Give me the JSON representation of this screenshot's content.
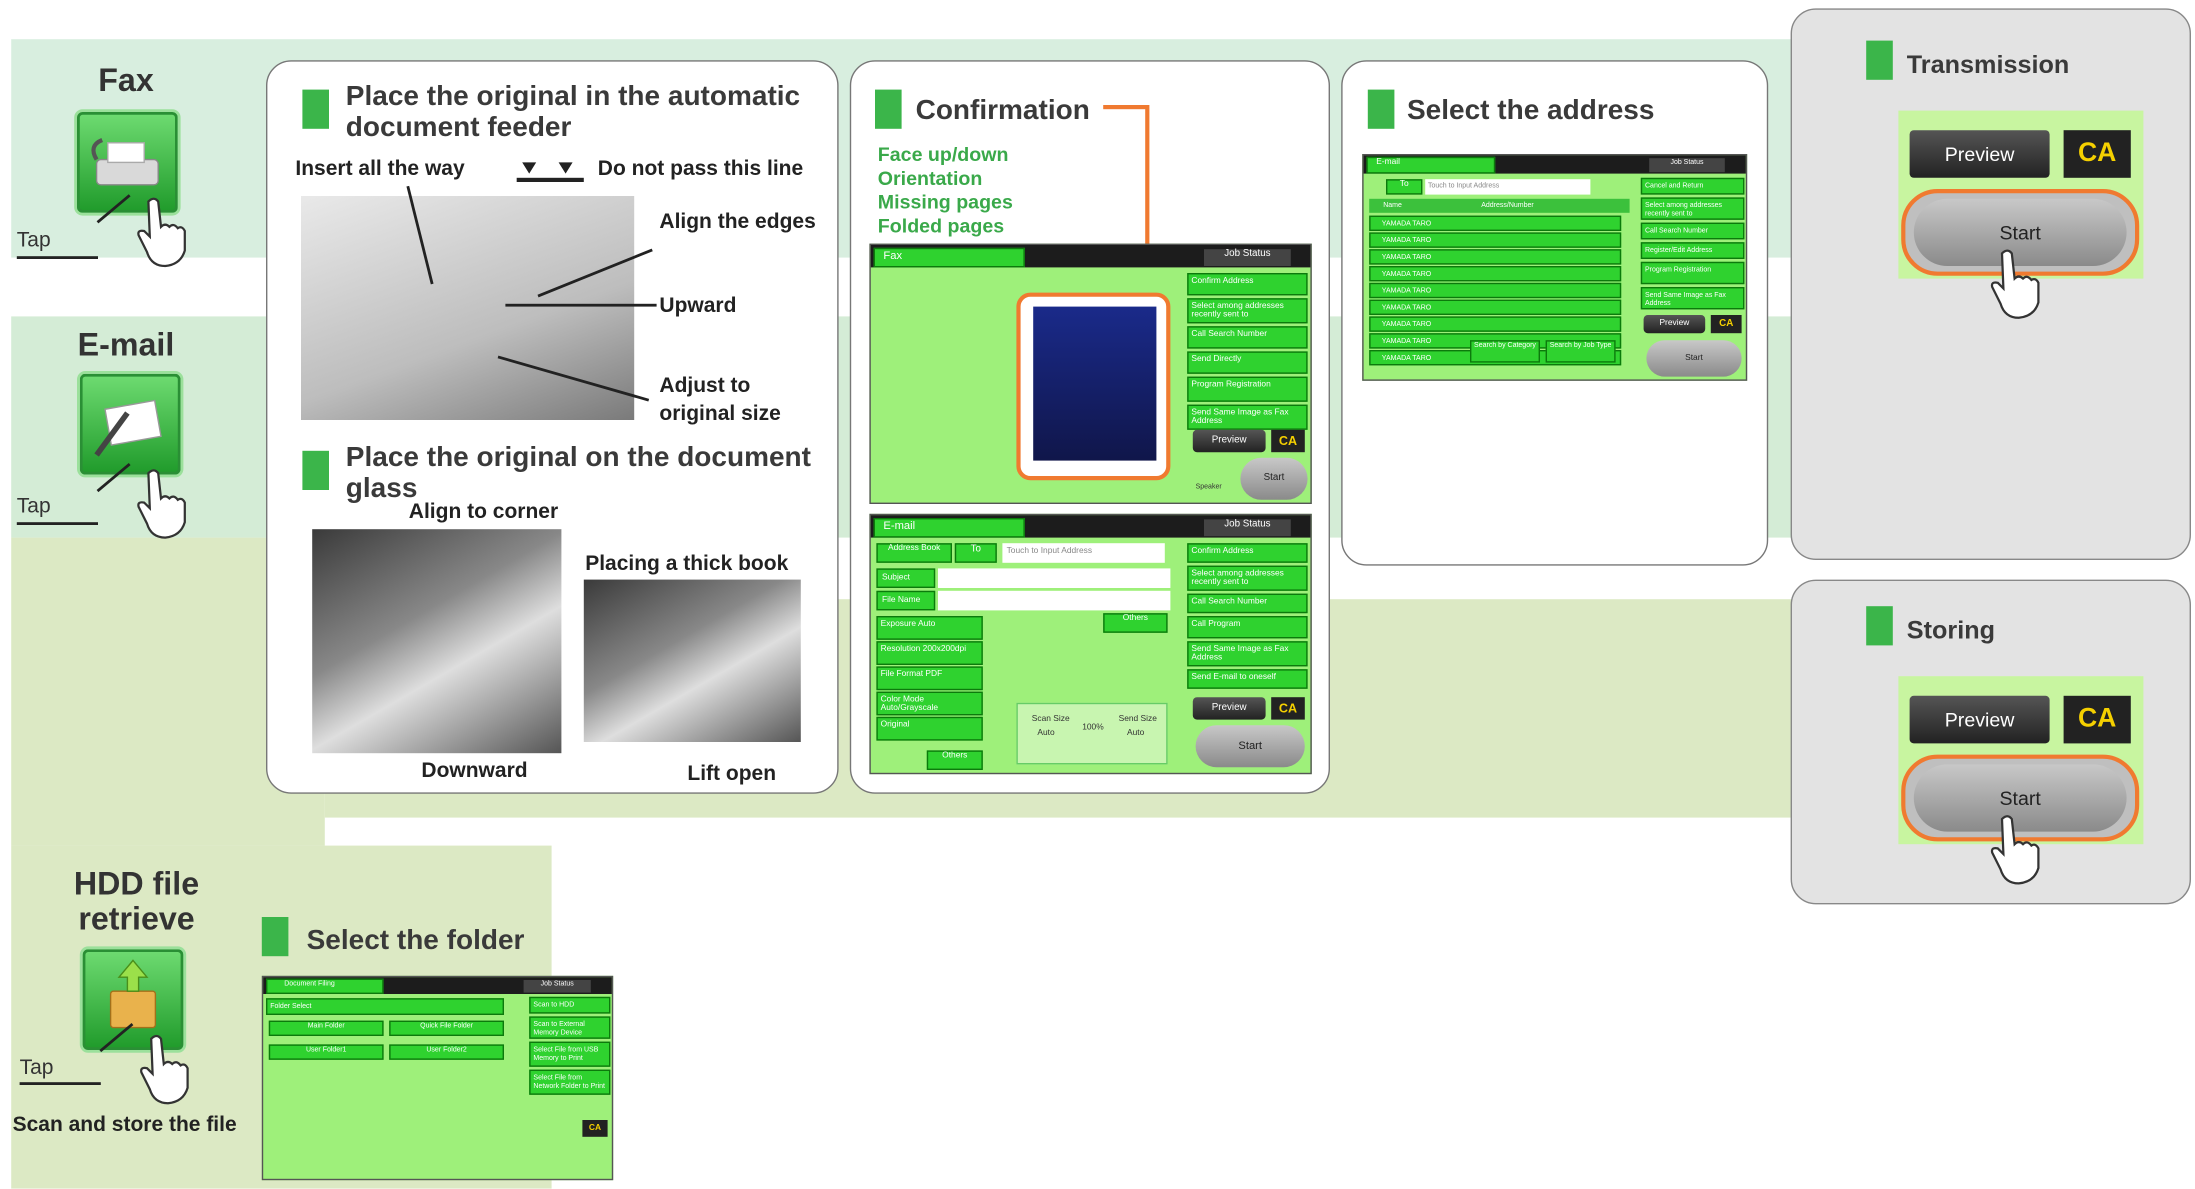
{
  "left": {
    "fax": {
      "label": "Fax",
      "tap": "Tap"
    },
    "email": {
      "label": "E-mail",
      "tap": "Tap"
    },
    "hdd": {
      "label_line1": "HDD file",
      "label_line2": "retrieve",
      "tap": "Tap",
      "caption": "Scan and store the file"
    }
  },
  "panel_place": {
    "title1_line1": "Place the original in the automatic",
    "title1_line2": "document feeder",
    "insert": "Insert all the way",
    "dont_pass": "Do not pass this line",
    "align_edges": "Align the edges",
    "upward": "Upward",
    "adjust_line1": "Adjust to",
    "adjust_line2": "original size",
    "title2_line1": "Place the original on the document",
    "title2_line2": "glass",
    "align_corner": "Align to corner",
    "thick_book": "Placing a thick book",
    "downward": "Downward",
    "lift_open": "Lift open"
  },
  "panel_confirm": {
    "title": "Confirmation",
    "items": [
      "Face up/down",
      "Orientation",
      "Missing pages",
      "Folded pages"
    ],
    "fax_screen": {
      "mode": "Fax",
      "job_status": "Job Status",
      "menu": [
        "Confirm Address",
        "Select among addresses recently sent to",
        "Call Search Number",
        "Send Directly",
        "Program Registration",
        "Send Same Image as Fax Address"
      ],
      "preview": "Preview",
      "ca": "CA",
      "start": "Start",
      "speaker": "Speaker"
    },
    "mail_screen": {
      "mode": "E-mail",
      "job_status": "Job Status",
      "address_book": "Address Book",
      "to": "To",
      "placeholder": "Touch to Input Address",
      "subject": "Subject",
      "file_name": "File Name",
      "settings": [
        "Exposure",
        "Resolution",
        "File Format",
        "Color Mode",
        "Original"
      ],
      "values": [
        "Auto",
        "200x200dpi",
        "PDF",
        "Auto/Grayscale",
        ""
      ],
      "others": "Others",
      "menu": [
        "Confirm Address",
        "Select among addresses recently sent to",
        "Call Search Number",
        "Call Program",
        "Send Same Image as Fax Address",
        "Send E-mail to oneself"
      ],
      "scan_size": "Scan Size",
      "send_size": "Send Size",
      "auto": "Auto",
      "pct": "100%",
      "preview": "Preview",
      "ca": "CA",
      "start": "Start"
    }
  },
  "panel_address": {
    "title": "Select the address",
    "screen": {
      "mode": "E-mail",
      "job_status": "Job Status",
      "to": "To",
      "placeholder": "Touch to Input Address",
      "col_name": "Name",
      "col_addr": "Address/Number",
      "rows": [
        "YAMADA TARO",
        "YAMADA TARO",
        "YAMADA TARO",
        "YAMADA TARO",
        "YAMADA TARO",
        "YAMADA TARO",
        "YAMADA TARO",
        "YAMADA TARO",
        "YAMADA TARO"
      ],
      "search_cat": "Search by Category",
      "search_job": "Search by Job Type",
      "menu": [
        "Cancel and Return",
        "Select among addresses recently sent to",
        "Call Search Number",
        "Register/Edit Address",
        "Program Registration",
        "Send Same Image as Fax Address"
      ],
      "preview": "Preview",
      "ca": "CA",
      "start": "Start"
    }
  },
  "panel_folder": {
    "title": "Select the folder",
    "screen": {
      "mode": "Document Filing",
      "job_status": "Job Status",
      "folder_select": "Folder Select",
      "folders": [
        "Main Folder",
        "Quick File Folder",
        "User Folder1",
        "User Folder2"
      ],
      "menu": [
        "Scan to HDD",
        "Scan to External Memory Device",
        "Select File from USB Memory to Print",
        "Select File from Network Folder to Print"
      ],
      "ca": "CA"
    }
  },
  "transmission": {
    "title": "Transmission",
    "preview": "Preview",
    "ca": "CA",
    "start": "Start"
  },
  "storing": {
    "title": "Storing",
    "preview": "Preview",
    "ca": "CA",
    "start": "Start"
  }
}
